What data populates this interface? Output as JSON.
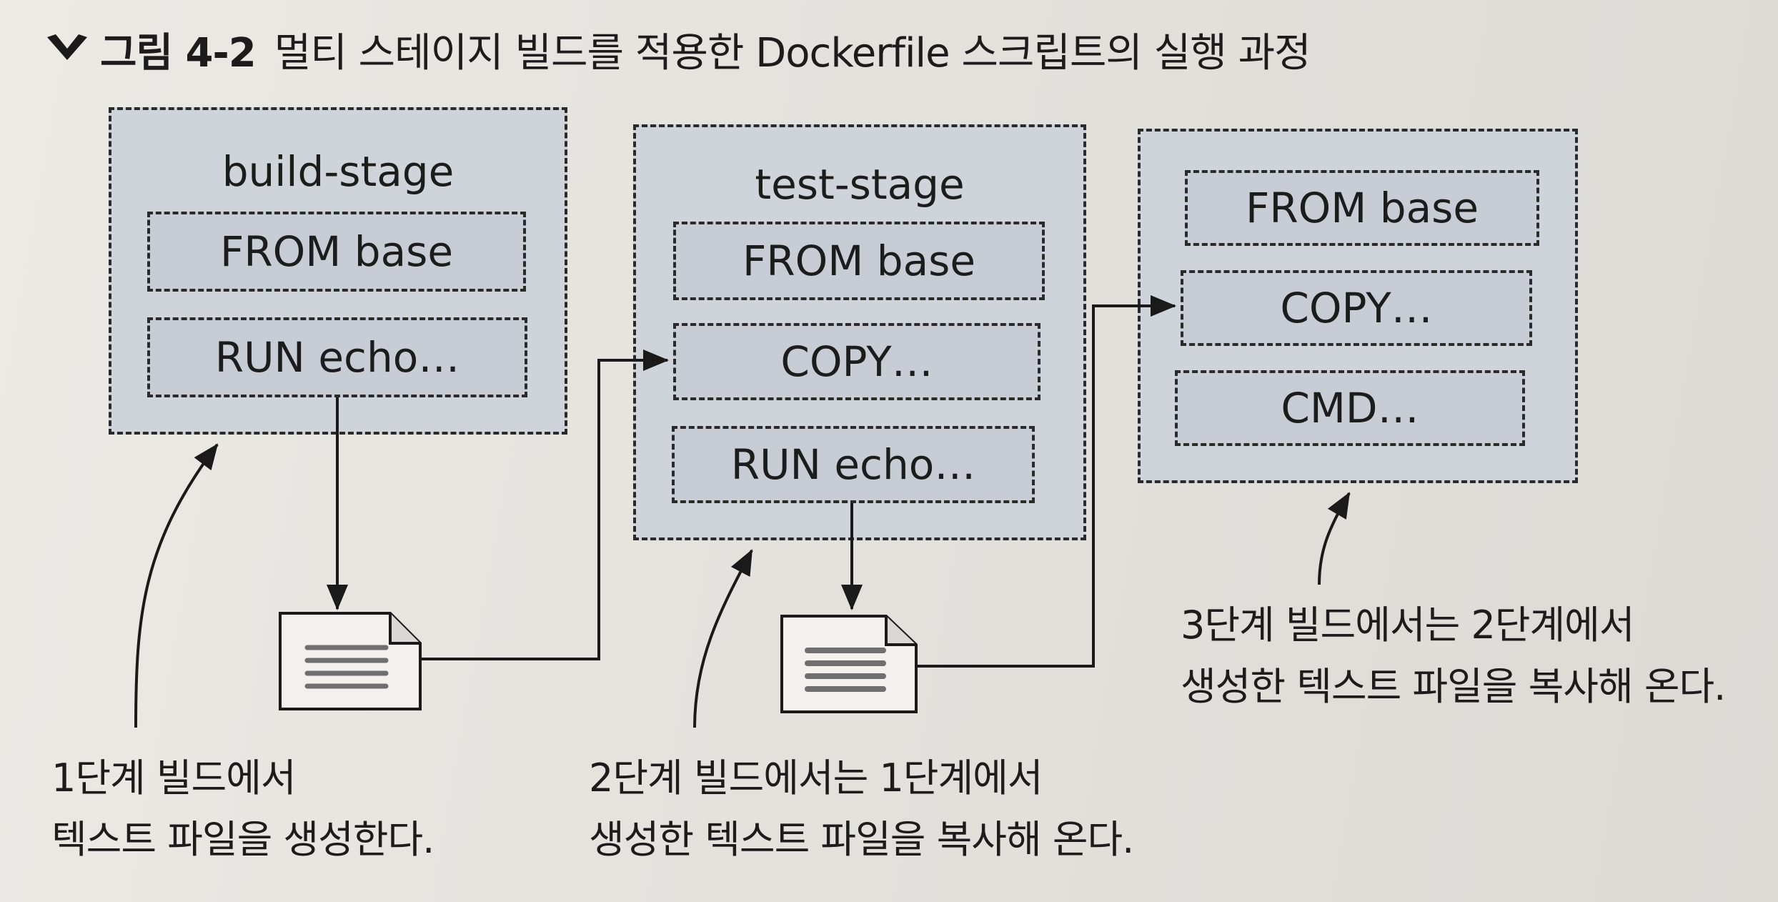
{
  "figure": {
    "number": "그림 4-2",
    "title": "멀티 스테이지 빌드를 적용한 Dockerfile 스크립트의 실행 과정"
  },
  "stages": [
    {
      "title": "build-stage",
      "commands": [
        "FROM base",
        "RUN echo…"
      ]
    },
    {
      "title": "test-stage",
      "commands": [
        "FROM base",
        "COPY…",
        "RUN echo…"
      ]
    },
    {
      "title": "",
      "commands": [
        "FROM base",
        "COPY…",
        "CMD…"
      ]
    }
  ],
  "notes": [
    {
      "lines": [
        "1단계 빌드에서",
        "텍스트 파일을 생성한다."
      ]
    },
    {
      "lines": [
        "2단계 빌드에서는 1단계에서",
        "생성한 텍스트 파일을 복사해 온다."
      ]
    },
    {
      "lines": [
        "3단계 빌드에서는 2단계에서",
        "생성한 텍스트 파일을 복사해 온다."
      ]
    }
  ],
  "icons": {
    "caption_marker": "chevron-down-icon",
    "file": "document-icon"
  },
  "colors": {
    "stage_fill": "#cfd3da",
    "command_fill": "#c7ccd5",
    "line": "#1a1a1a"
  }
}
